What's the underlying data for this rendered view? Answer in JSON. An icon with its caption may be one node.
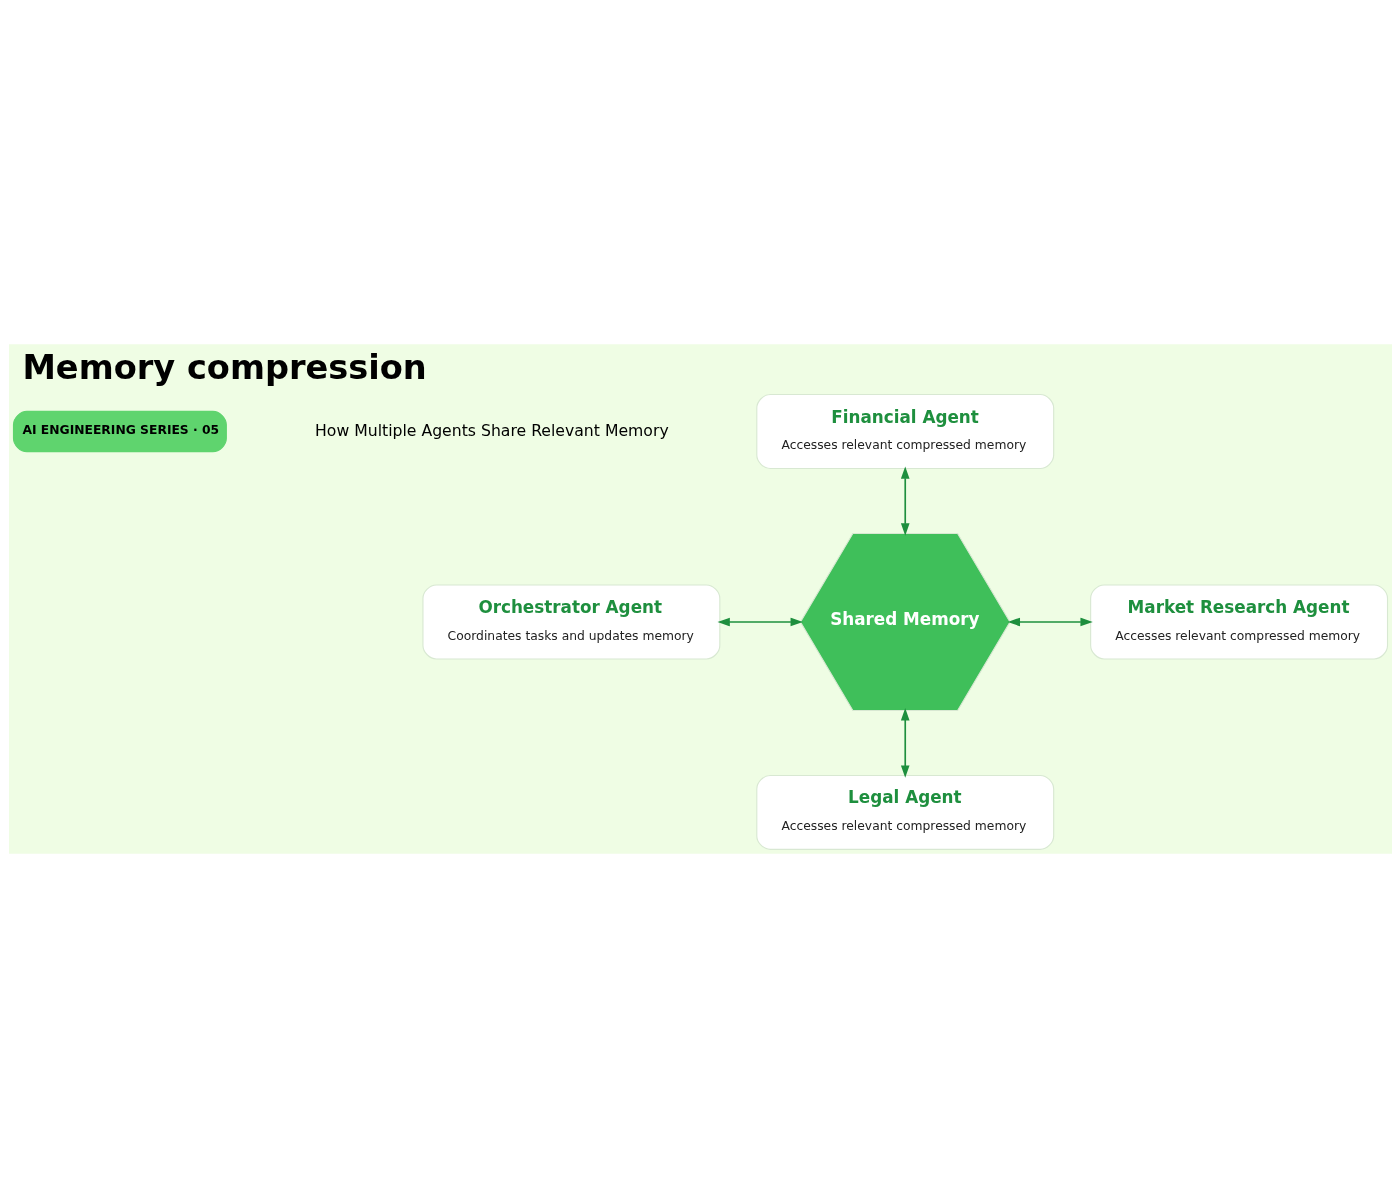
{
  "diagram": {
    "title": "Memory compression",
    "nodes": [
      {
        "text": [
          "Financial Agent",
          "Accesses relevant compressed memory"
        ]
      },
      {
        "text": [
          "Orchestrator Agent",
          "Coordinates tasks and updates memory"
        ]
      },
      {
        "text": [
          "Shared Memory"
        ]
      },
      {
        "text": [
          "Market Research Agent",
          "Accesses relevant compressed memory"
        ]
      },
      {
        "text": [
          "Legal Agent",
          "Accesses relevant compressed memory"
        ]
      }
    ],
    "edges": [
      {
        "from": 0,
        "to": 2,
        "arrow": "both"
      },
      {
        "from": 1,
        "to": 2,
        "arrow": "both"
      },
      {
        "from": 2,
        "to": 3,
        "arrow": "both"
      },
      {
        "from": 2,
        "to": 4,
        "arrow": "both"
      }
    ],
    "labels": [
      "AI ENGINEERING SERIES · 05",
      "How Multiple Agents Share Relevant Memory"
    ]
  }
}
